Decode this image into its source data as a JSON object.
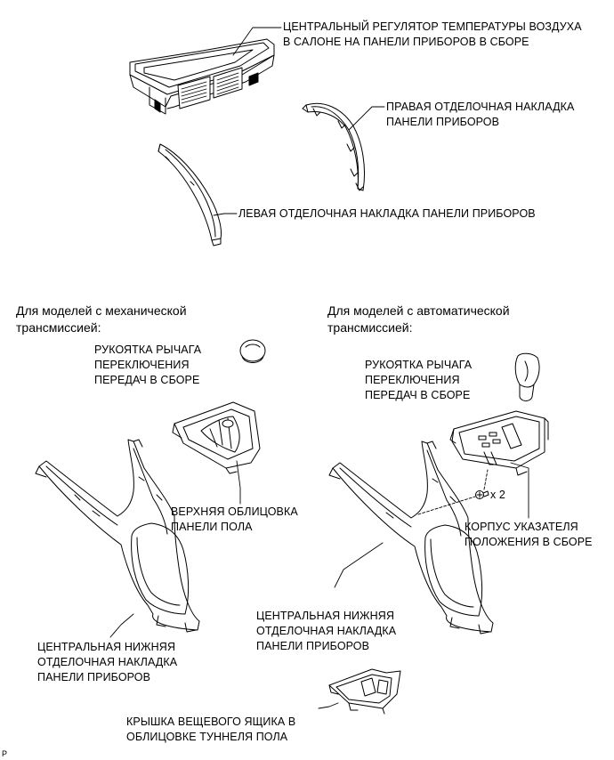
{
  "headers": {
    "manual": "Для моделей с механической\nтрансмиссией:",
    "automatic": "Для моделей с автоматической\nтрансмиссией:"
  },
  "labels": {
    "center_temp_regulator": "ЦЕНТРАЛЬНЫЙ РЕГУЛЯТОР ТЕМПЕРАТУРЫ ВОЗДУХА\nВ САЛОНЕ НА ПАНЕЛИ ПРИБОРОВ В СБОРЕ",
    "right_trim": "ПРАВАЯ ОТДЕЛОЧНАЯ НАКЛАДКА\nПАНЕЛИ ПРИБОРОВ",
    "left_trim": "ЛЕВАЯ ОТДЕЛОЧНАЯ НАКЛАДКА ПАНЕЛИ ПРИБОРОВ",
    "mt_shift_knob": "РУКОЯТКА РЫЧАГА\nПЕРЕКЛЮЧЕНИЯ\nПЕРЕДАЧ В СБОРЕ",
    "at_shift_knob": "РУКОЯТКА РЫЧАГА\nПЕРЕКЛЮЧЕНИЯ\nПЕРЕДАЧ В СБОРЕ",
    "upper_console_panel": "ВЕРХНЯЯ ОБЛИЦОВКА\nПАНЕЛИ ПОЛА",
    "position_indicator": "КОРПУС УКАЗАТЕЛЯ\nПОЛОЖЕНИЯ В СБОРЕ",
    "mt_lower_center_trim": "ЦЕНТРАЛЬНАЯ НИЖНЯЯ\nОТДЕЛОЧНАЯ НАКЛАДКА\nПАНЕЛИ ПРИБОРОВ",
    "at_lower_center_trim": "ЦЕНТРАЛЬНАЯ НИЖНЯЯ\nОТДЕЛОЧНАЯ НАКЛАДКА\nПАНЕЛИ ПРИБОРОВ",
    "box_cover": "КРЫШКА ВЕЩЕВОГО ЯЩИКА В\nОБЛИЦОВКЕ ТУННЕЛЯ ПОЛА",
    "screw_qty": "x 2"
  },
  "reference_mark": "P"
}
